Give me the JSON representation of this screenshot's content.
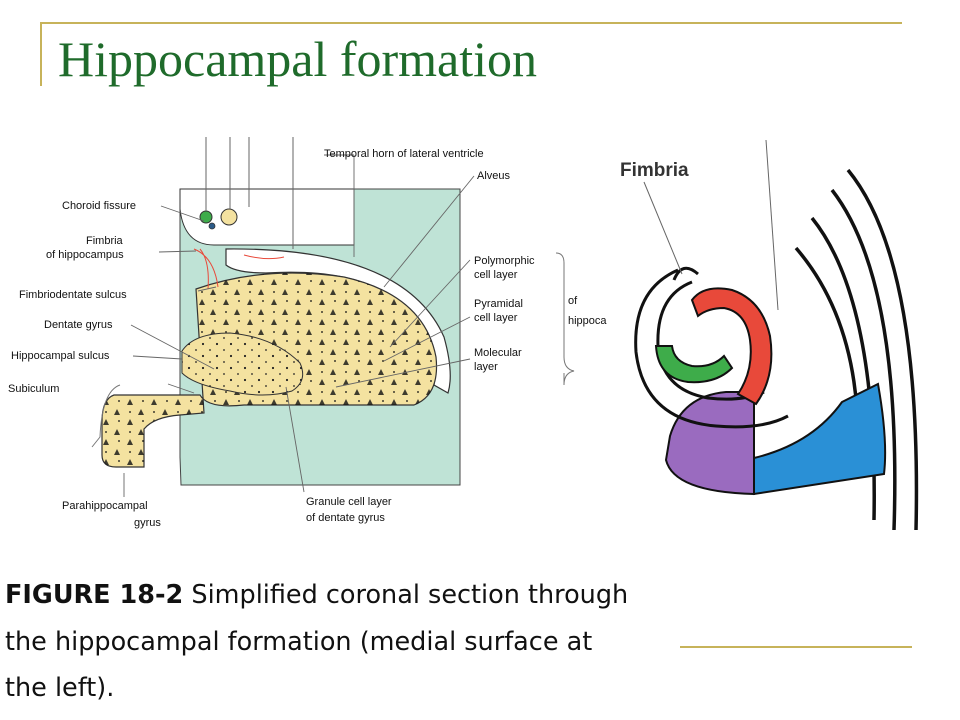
{
  "slide": {
    "title": "Hippocampal formation"
  },
  "left_figure": {
    "labels": {
      "temporal_horn": "Temporal horn of lateral ventricle",
      "alveus": "Alveus",
      "choroid_fissure": "Choroid fissure",
      "fimbria_line1": "Fimbria",
      "fimbria_line2": "of hippocampus",
      "polymorphic_line1": "Polymorphic",
      "polymorphic_line2": "cell layer",
      "fimbriodentate": "Fimbriodentate sulcus",
      "pyramidal_line1": "Pyramidal",
      "pyramidal_line2": "cell layer",
      "of_text": "of",
      "hippoca_text": "hippoca",
      "dentate": "Dentate gyrus",
      "hippocampal_sulcus": "Hippocampal sulcus",
      "molecular_line1": "Molecular",
      "molecular_line2": "layer",
      "subiculum": "Subiculum",
      "parahippocampal_line1": "Parahippocampal",
      "parahippocampal_line2": "gyrus",
      "granule_line1": "Granule cell layer",
      "granule_line2": "of dentate gyrus"
    }
  },
  "right_figure": {
    "fimbria_label": "Fimbria"
  },
  "caption": {
    "figure_label": "FIGURE 18-2",
    "line1_rest": " Simplified coronal section through",
    "line2": "the hippocampal formation (medial surface at",
    "line3": "the left)."
  },
  "colors": {
    "title": "#1f6b2b",
    "accent_rule": "#c7b35a",
    "teal_background": "#bfe3d6",
    "tissue_yellow": "#f4e2a0",
    "stripe_red": "#e8493a",
    "stripe_green": "#3eac4a",
    "stripe_purple": "#9a6bbf",
    "stripe_blue": "#2a90d6"
  }
}
